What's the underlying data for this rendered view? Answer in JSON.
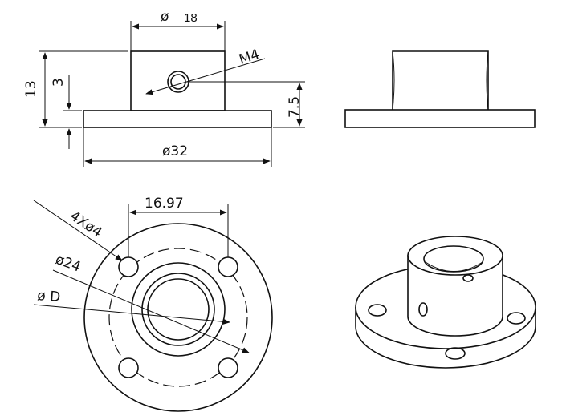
{
  "labels": {
    "d18_sym": "ø",
    "d18_val": "18",
    "m4": "M4",
    "h13": "13",
    "h3": "3",
    "h75": "7.5",
    "d32": "ø32",
    "d1697": "16.97",
    "holes": "4Xø4",
    "d24": "ø24",
    "dD": "ø D"
  }
}
